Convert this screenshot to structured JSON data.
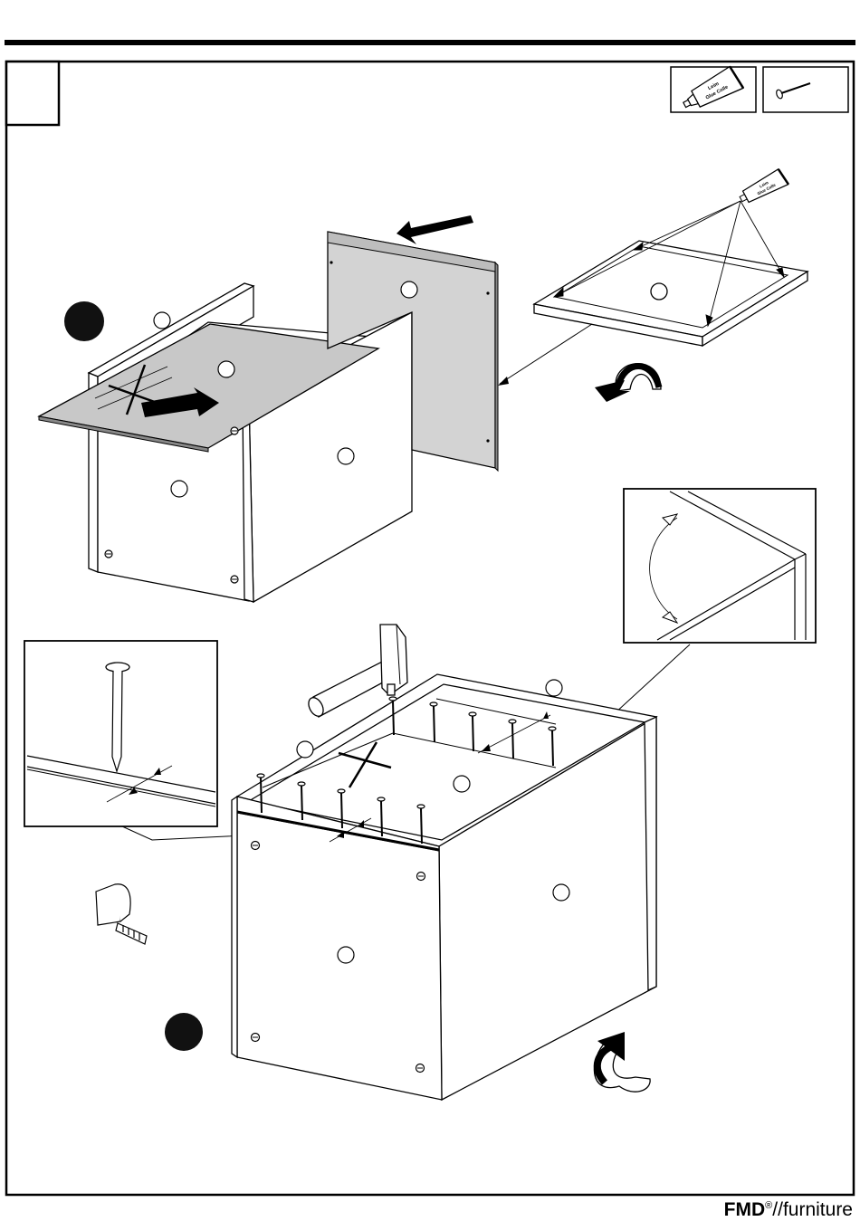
{
  "page": {
    "step_number": "",
    "parts": [
      {
        "icon": "glue-tube-icon",
        "tube_text": "Leim Glue Colle"
      },
      {
        "icon": "nail-icon"
      }
    ]
  },
  "stages": [
    {
      "icon": "stage-1-marker-icon"
    },
    {
      "icon": "stage-2-marker-icon"
    }
  ],
  "callouts": [
    {
      "icon": "corner-angle-detail-icon"
    },
    {
      "icon": "nail-position-detail-icon"
    }
  ],
  "tools": [
    {
      "icon": "hammer-icon"
    },
    {
      "icon": "measuring-tape-icon"
    }
  ],
  "brand": {
    "name": "FMD",
    "mark": "®",
    "separator": "//",
    "suffix": "furniture"
  },
  "colors": {
    "line": "#000000",
    "panel_fill": "#ffffff",
    "back_panel_fill": "#d3d3d3",
    "stage_marker": "#111111"
  }
}
